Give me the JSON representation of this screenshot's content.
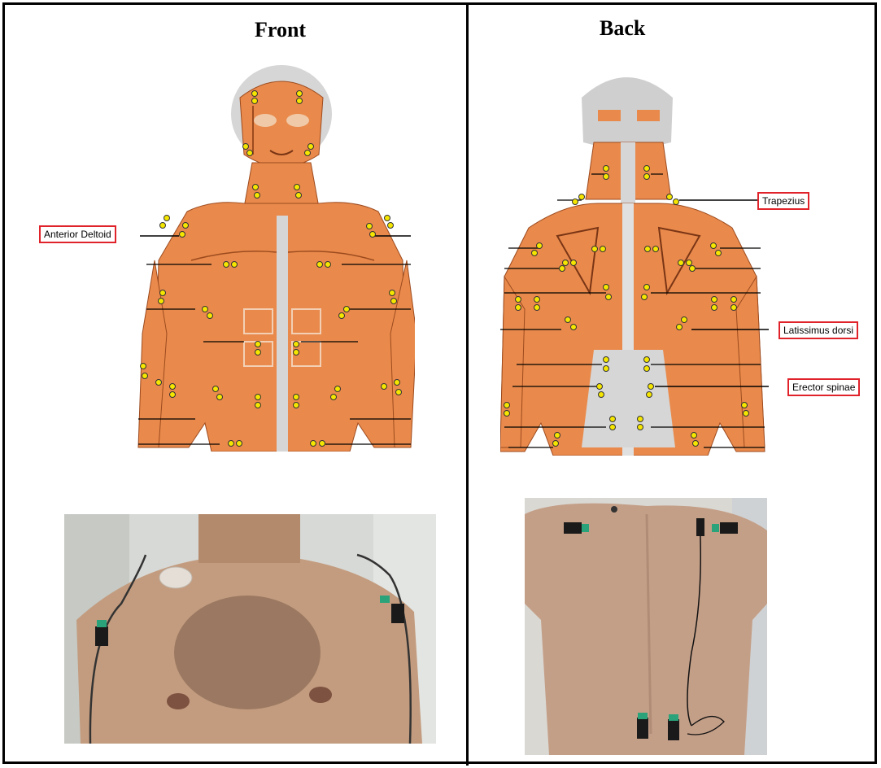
{
  "panels": {
    "front": {
      "title": "Front"
    },
    "back": {
      "title": "Back"
    }
  },
  "labels": {
    "anterior_deltoid": "Anterior Deltoid",
    "trapezius": "Trapezius",
    "latissimus_dorsi": "Latissimus dorsi",
    "erector_spinae": "Erector spinae"
  },
  "colors": {
    "muscle": "#e98a4c",
    "muscle_dark": "#c9652e",
    "bone": "#cfcfcf",
    "electrode_dot": "#f5e600",
    "callout_border": "#e0232b",
    "skin": "#c8a48a",
    "electrode_tab": "#2aa37a"
  }
}
